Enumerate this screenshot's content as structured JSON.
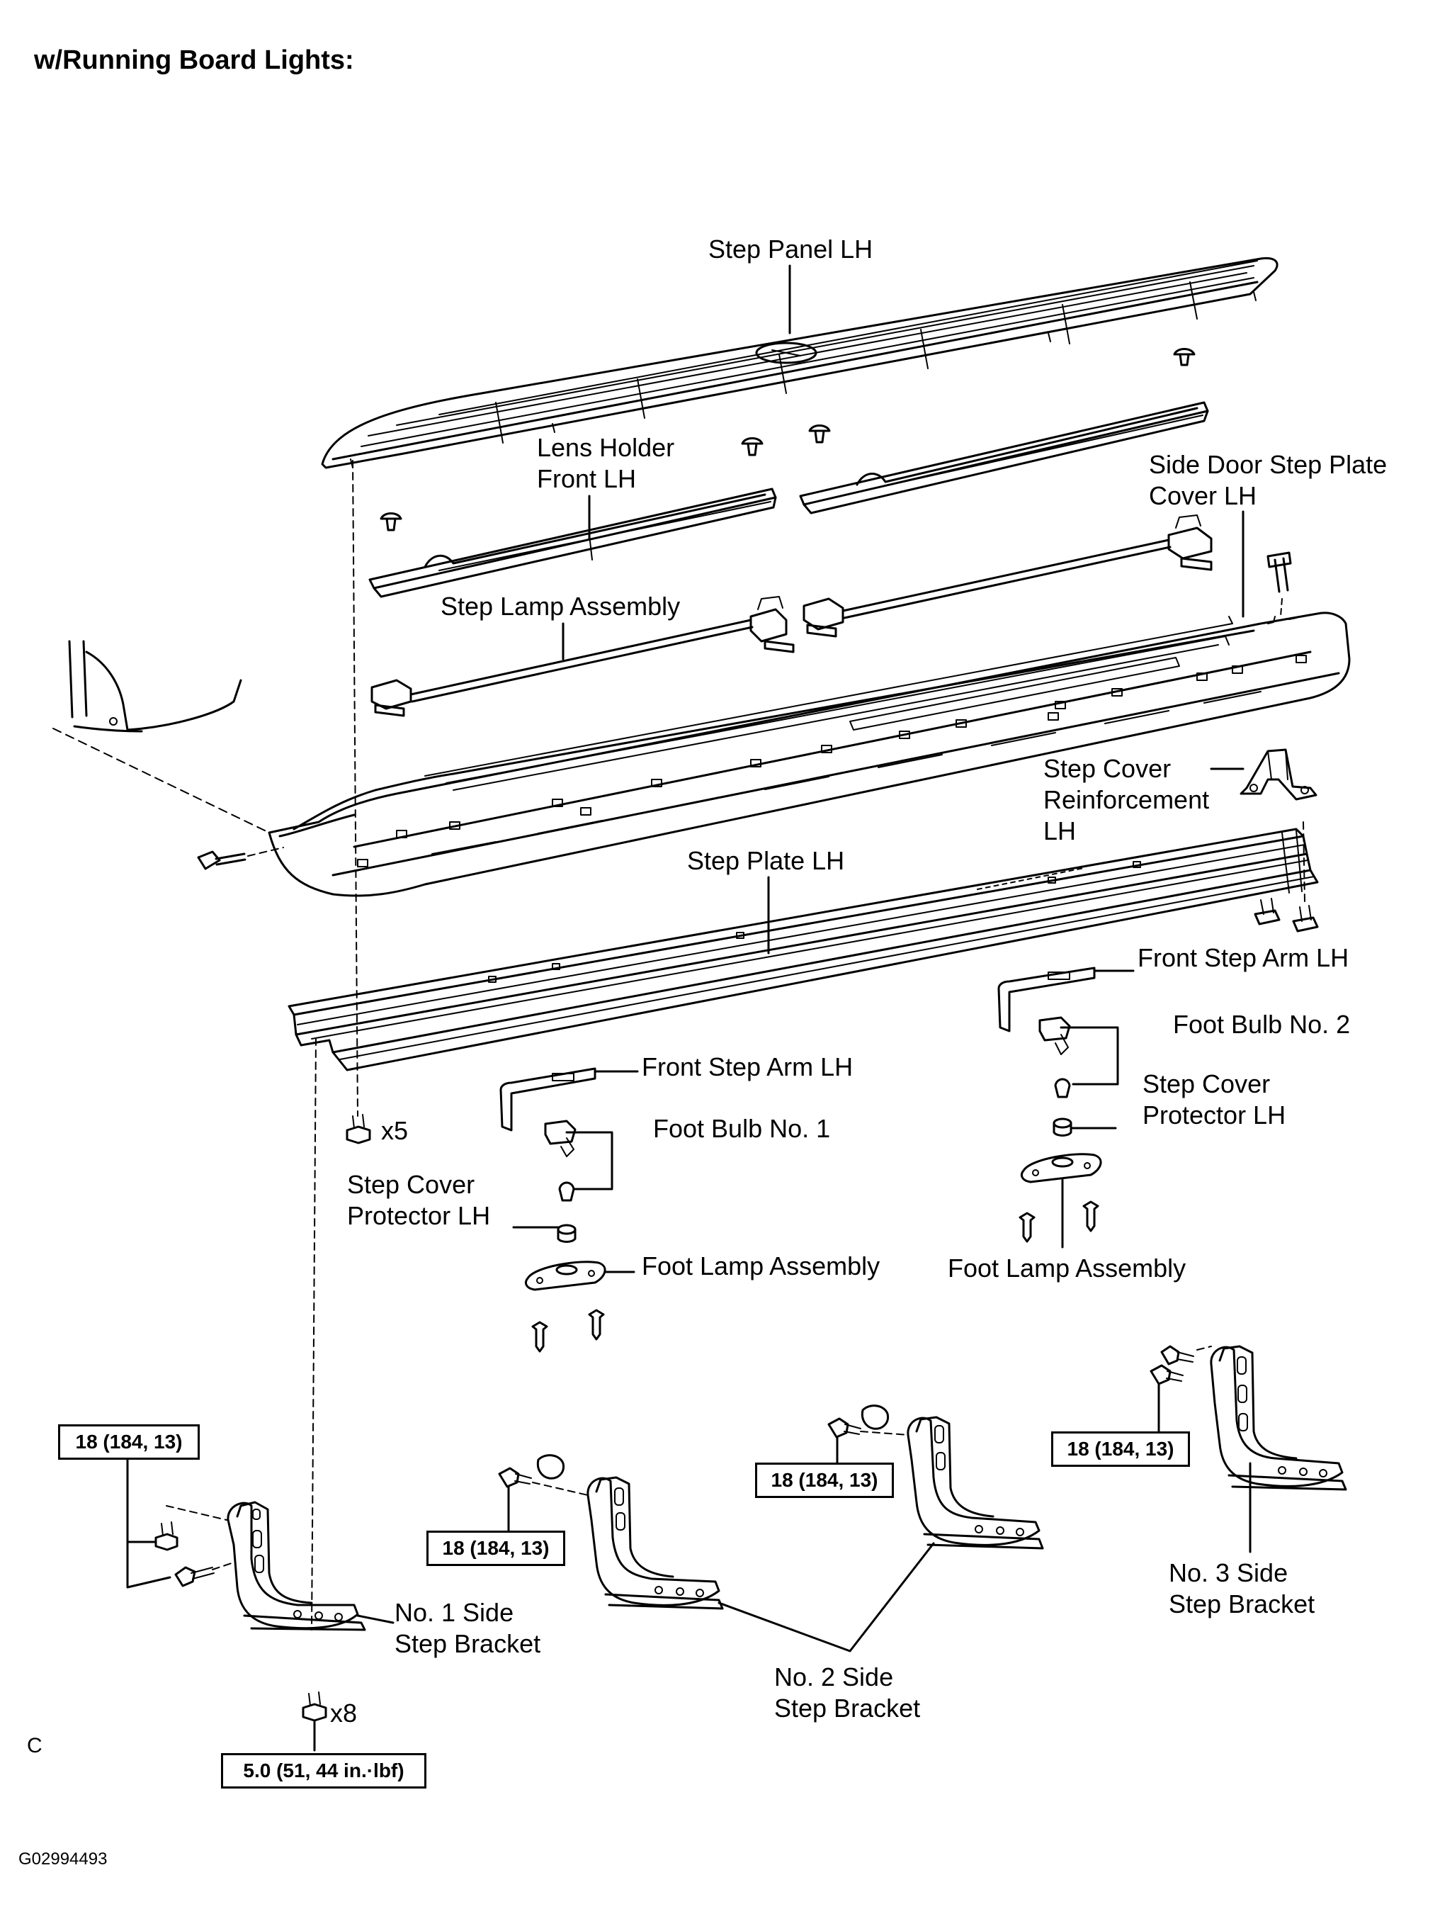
{
  "title": "w/Running Board Lights:",
  "labels": {
    "step_panel": "Step Panel LH",
    "lens_holder": [
      "Lens  Holder",
      "Front LH"
    ],
    "side_door_cover": [
      "Side Door Step Plate",
      "Cover LH"
    ],
    "step_lamp_assembly": "Step Lamp Assembly",
    "step_cover_reinforcement": [
      "Step Cover",
      "Reinforcement",
      "LH"
    ],
    "step_plate": "Step Plate LH",
    "front_step_arm_right": "Front Step Arm LH",
    "front_step_arm_left": "Front Step Arm LH",
    "foot_bulb_2": "Foot Bulb No. 2",
    "foot_bulb_1": "Foot Bulb No. 1",
    "step_cover_protector_right": [
      "Step Cover",
      "Protector LH"
    ],
    "step_cover_protector_left": [
      "Step Cover",
      "Protector LH"
    ],
    "foot_lamp_left": "Foot Lamp Assembly",
    "foot_lamp_right": "Foot Lamp Assembly",
    "no1_bracket": [
      "No. 1 Side",
      "Step Bracket"
    ],
    "no2_bracket": [
      "No.  2  Side",
      "Step Bracket"
    ],
    "no3_bracket": [
      "No.  3  Side",
      "Step Bracket"
    ],
    "qty_x5": "x5",
    "qty_x8": "x8"
  },
  "torque": {
    "t1": "18 (184, 13)",
    "t2": "18 (184, 13)",
    "t3": "18 (184, 13)",
    "t4": "18 (184, 13)",
    "t5": "5.0 (51, 44 in.·lbf)"
  },
  "corner_letter": "C",
  "figure_code": "G02994493"
}
